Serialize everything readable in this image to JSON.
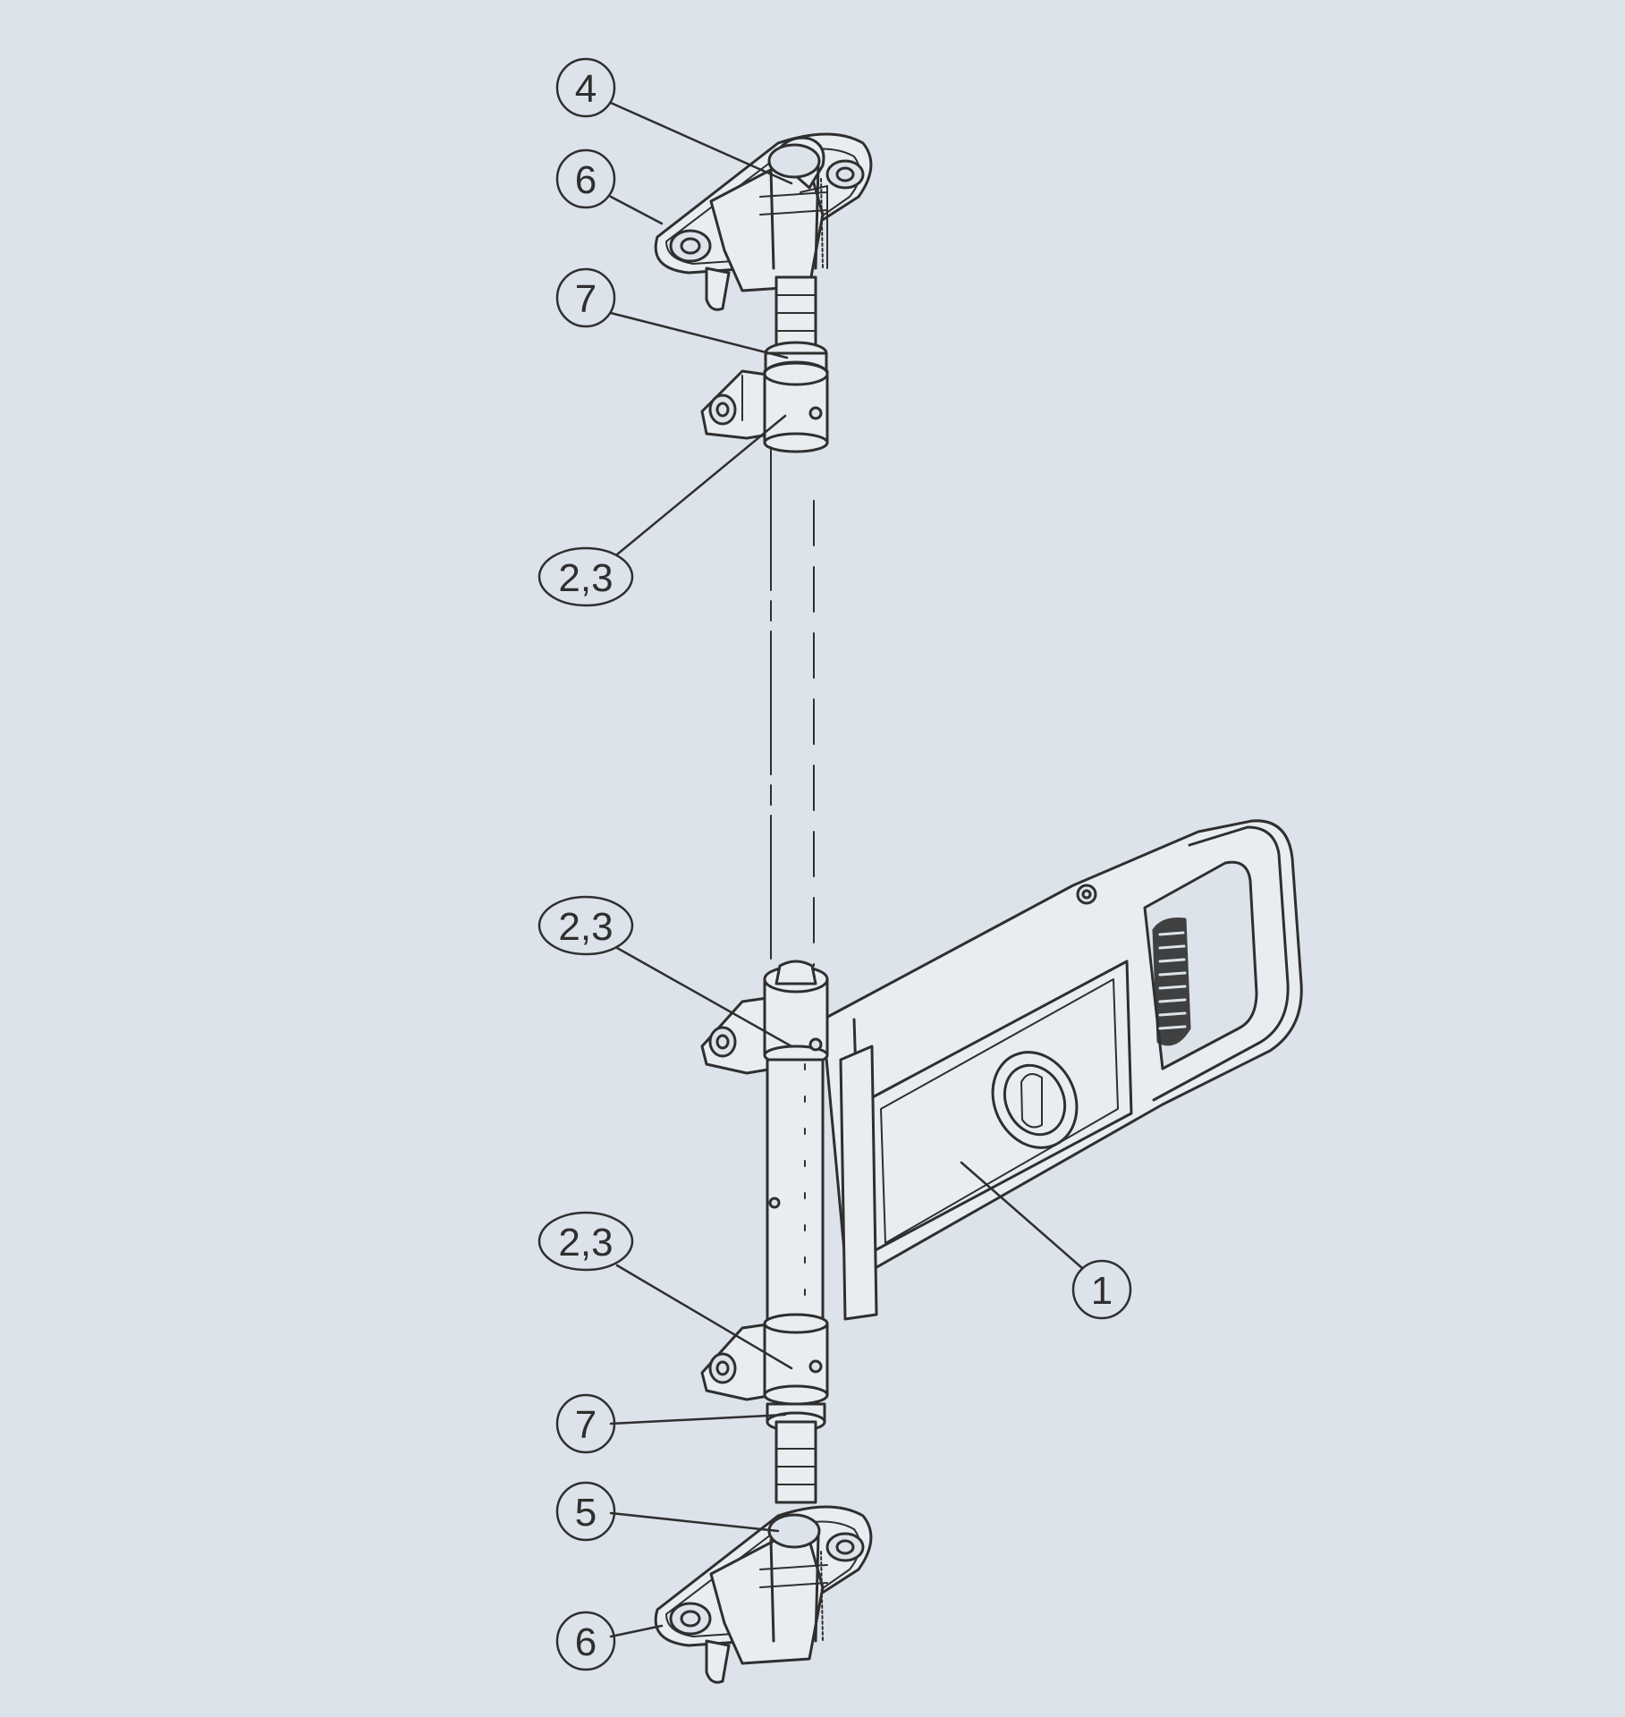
{
  "diagram": {
    "background": "#dde3ea",
    "line_color": "#2f2f2f",
    "callouts": [
      {
        "id": "c4",
        "label": "4",
        "shape": "circle"
      },
      {
        "id": "c6-top",
        "label": "6",
        "shape": "circle"
      },
      {
        "id": "c7-top",
        "label": "7",
        "shape": "circle"
      },
      {
        "id": "c23-top",
        "label": "2,3",
        "shape": "oval"
      },
      {
        "id": "c23-mid",
        "label": "2,3",
        "shape": "oval"
      },
      {
        "id": "c23-low",
        "label": "2,3",
        "shape": "oval"
      },
      {
        "id": "c1",
        "label": "1",
        "shape": "circle"
      },
      {
        "id": "c7-bottom",
        "label": "7",
        "shape": "circle"
      },
      {
        "id": "c5",
        "label": "5",
        "shape": "circle"
      },
      {
        "id": "c6-bottom",
        "label": "6",
        "shape": "circle"
      }
    ]
  }
}
